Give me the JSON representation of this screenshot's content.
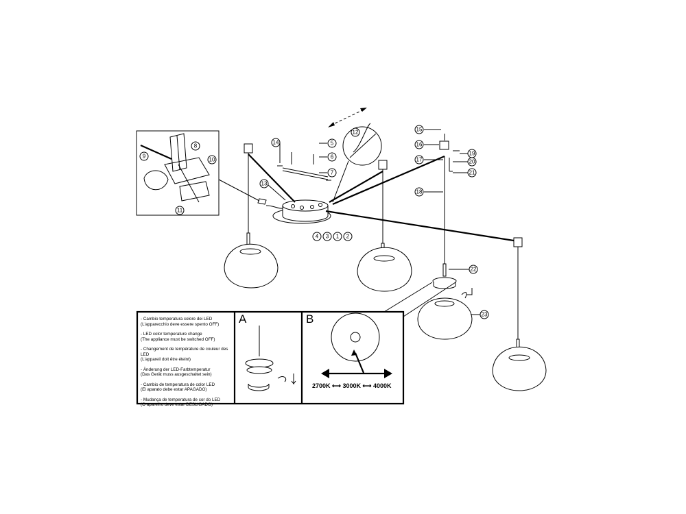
{
  "callouts": [
    "1",
    "2",
    "3",
    "4",
    "5",
    "6",
    "7",
    "8",
    "9",
    "10",
    "11",
    "12",
    "13",
    "14",
    "15",
    "16",
    "17",
    "18",
    "19",
    "20",
    "21",
    "22",
    "23"
  ],
  "instructions": [
    {
      "title": "- Cambio temperatura colore dei LED",
      "note": "(L'apparecchio deve essere spento OFF)"
    },
    {
      "title": "- LED color temperature change",
      "note": "(The appliance must be switched OFF)"
    },
    {
      "title": "- Changement de température de couleur des LED",
      "note": "(L'appareil doit être éteint)"
    },
    {
      "title": "- Änderung der LED-Farbtemperatur",
      "note": "(Das Gerät muss ausgeschaltet sein)"
    },
    {
      "title": "- Cambio de temperatura de color LED",
      "note": "(El aparato debe estar APAGADO)"
    },
    {
      "title": "- Mudança de temperatura de cor do LED",
      "note": "(O aparelho deve estar DESLIGADO)"
    }
  ],
  "panels": {
    "a_label": "A",
    "b_label": "B"
  },
  "color_temps": {
    "t1": "2700K",
    "arrow1": "⟷",
    "t2": "3000K",
    "arrow2": "⟷",
    "t3": "4000K"
  }
}
